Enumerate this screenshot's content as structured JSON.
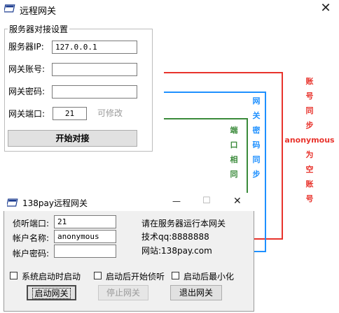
{
  "main_window": {
    "title": "远程网关",
    "close_glyph": "✕",
    "group_title": "服务器对接设置",
    "fields": {
      "server_ip_label": "服务器IP:",
      "server_ip_value": "127.0.0.1",
      "account_label": "网关账号:",
      "account_value": "",
      "password_label": "网关密码:",
      "password_value": "",
      "port_label": "网关端口:",
      "port_value": "21",
      "port_hint": "可修改"
    },
    "connect_button": "开始对接"
  },
  "annotations": {
    "green_text": [
      "端",
      "口",
      "相",
      "同"
    ],
    "blue_text": [
      "网",
      "关",
      "密",
      "码",
      "同",
      "步"
    ],
    "red_text": [
      "账",
      "号",
      "同",
      "步",
      "anonymous",
      "为",
      "空",
      "账",
      "号"
    ],
    "colors": {
      "red": "#e8332c",
      "blue": "#1e90ff",
      "green": "#3a8a3a"
    }
  },
  "sub_window": {
    "title": "138pay远程网关",
    "listen_port_label": "侦听端口:",
    "listen_port_value": "21",
    "account_label": "帐户名称:",
    "account_value": "anonymous",
    "password_label": "帐户密码:",
    "password_value": "",
    "info_line1": "请在服务器运行本网关",
    "info_line2": "技术qq:8888888",
    "info_line3": "网站:138pay.com",
    "checkboxes": [
      "系统启动时启动",
      "启动后开始侦听",
      "启动后最小化"
    ],
    "buttons": {
      "start": "启动网关",
      "stop": "停止网关",
      "exit": "退出网关"
    },
    "controls": {
      "minimize": "—",
      "maximize": "☐",
      "close": "✕"
    }
  }
}
